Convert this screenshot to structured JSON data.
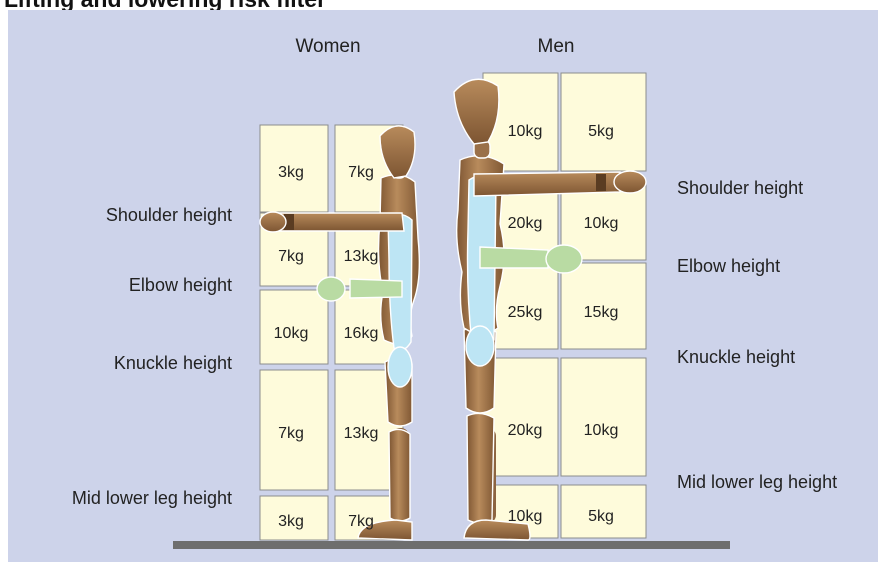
{
  "title": "Lifting and lowering risk filter",
  "groups": {
    "women": "Women",
    "men": "Men"
  },
  "women_labels": {
    "shoulder": "Shoulder height",
    "elbow": "Elbow height",
    "knuckle": "Knuckle height",
    "midleg": "Mid lower leg height"
  },
  "men_labels": {
    "shoulder": "Shoulder height",
    "elbow": "Elbow height",
    "knuckle": "Knuckle height",
    "midleg": "Mid lower leg height"
  },
  "women_boxes": [
    [
      "3kg",
      "7kg"
    ],
    [
      "7kg",
      "13kg"
    ],
    [
      "10kg",
      "16kg"
    ],
    [
      "7kg",
      "13kg"
    ],
    [
      "3kg",
      "7kg"
    ]
  ],
  "men_boxes": [
    [
      "10kg",
      "5kg"
    ],
    [
      "20kg",
      "10kg"
    ],
    [
      "25kg",
      "15kg"
    ],
    [
      "20kg",
      "10kg"
    ],
    [
      "10kg",
      "5kg"
    ]
  ],
  "colors": {
    "background": "#cdd3ea",
    "box_fill": "#fefbdb",
    "wood": "#a67a4e",
    "forearm_green": "#b9dba3",
    "upper_arm_blue": "#bde5f4",
    "floor": "#6e6e6e"
  }
}
